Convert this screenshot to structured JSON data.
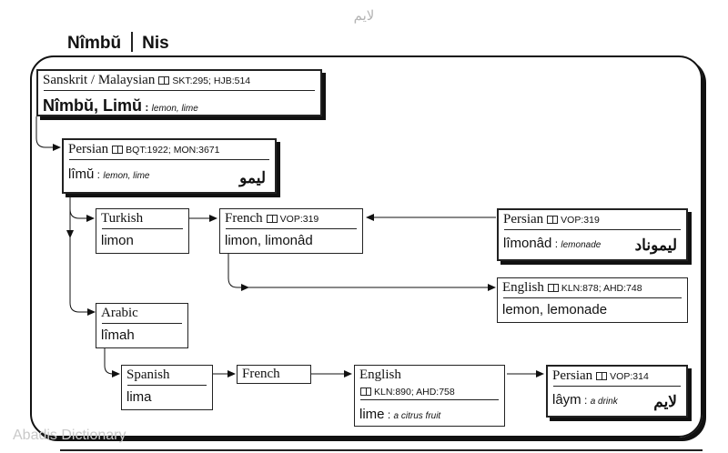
{
  "header": {
    "top_word": "لایم",
    "title_left": "Nîmbŭ",
    "title_right": "Nis"
  },
  "nodes": {
    "sanskrit": {
      "lang": "Sanskrit / Malaysian",
      "ref": "SKT:295; HJB:514",
      "word": "Nîmbŭ, Limŭ",
      "gloss": "lemon, lime"
    },
    "persian1": {
      "lang": "Persian",
      "ref": "BQT:1922; MON:3671",
      "word": "lîmŭ",
      "gloss": "lemon, lime",
      "arabic": "ليمو"
    },
    "turkish": {
      "lang": "Turkish",
      "word": "limon"
    },
    "french1": {
      "lang": "French",
      "ref": "VOP:319",
      "word": "limon, limonâd"
    },
    "persian2": {
      "lang": "Persian",
      "ref": "VOP:319",
      "word": "lîmonâd",
      "gloss": "lemonade",
      "arabic": "ليموناد"
    },
    "english1": {
      "lang": "English",
      "ref": "KLN:878; AHD:748",
      "word": "lemon, lemonade"
    },
    "arabic": {
      "lang": "Arabic",
      "word": "lîmah"
    },
    "spanish": {
      "lang": "Spanish",
      "word": "lima"
    },
    "french2": {
      "lang": "French"
    },
    "english2": {
      "lang": "English",
      "ref": "KLN:890; AHD:758",
      "word": "lime",
      "gloss": "a citrus fruit"
    },
    "persian3": {
      "lang": "Persian",
      "ref": "VOP:314",
      "word": "lâym",
      "gloss": "a drink",
      "arabic": "لايم"
    }
  },
  "footer": {
    "watermark": "Abadis Dictionary"
  }
}
